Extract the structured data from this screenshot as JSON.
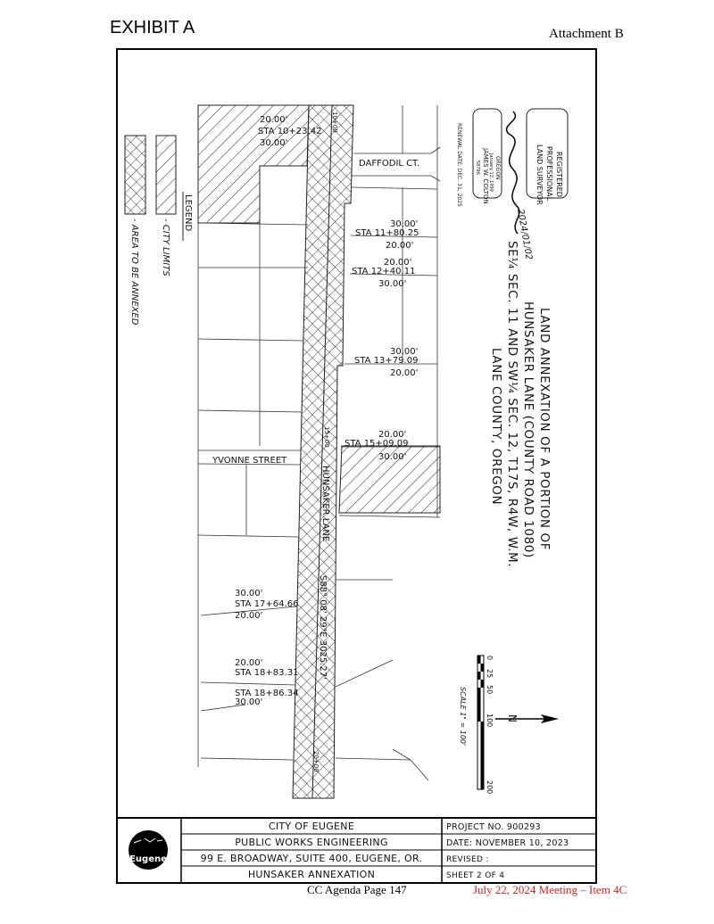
{
  "header": {
    "exhibit": "EXHIBIT A",
    "attachment": "Attachment B"
  },
  "legend": {
    "title": "LEGEND",
    "city_limits": "- CITY LIMITS",
    "annex_area": "- AREA TO BE ANNEXED"
  },
  "stamp": {
    "line1": "REGISTERED",
    "line2": "PROFESSIONAL",
    "line3": "LAND SURVEYOR",
    "state": "OREGON",
    "date": "January 12, 1999",
    "name": "JAMES W. COLTON",
    "number": "58796",
    "renewal": "RENEWAL DATE: DEC. 31, 2025",
    "signed_date": "2024/01/02"
  },
  "title": {
    "line1": "LAND ANNEXATION OF A PORTION OF",
    "line2": "HUNSAKER LANE (COUNTY ROAD 1080)",
    "line3": "SE¼ SEC. 11 AND SW¼ SEC. 12, T17S, R4W, W.M.",
    "line4": "LANE COUNTY, OREGON"
  },
  "map": {
    "streets": {
      "daffodil": "DAFFODIL CT.",
      "yvonne": "YVONNE STREET",
      "hunsaker": "HUNSAKER LANE",
      "bearing": "S88° 08' 29\"E  3025.27'"
    },
    "road_stations": [
      "10+00",
      "15+00",
      "20+00"
    ],
    "stations": [
      {
        "top": "20.00'",
        "sta": "STA 10+23.42",
        "bottom": "30.00'"
      },
      {
        "top": "30.00'",
        "sta": "STA 11+80.25",
        "bottom": "20.00'"
      },
      {
        "top": "20.00'",
        "sta": "STA 12+40.11",
        "bottom": "30.00'"
      },
      {
        "top": "30.00'",
        "sta": "STA 13+79.09",
        "bottom": "20.00'"
      },
      {
        "top": "20.00'",
        "sta": "STA 15+09.09",
        "bottom": "30.00'"
      },
      {
        "top": "30.00'",
        "sta": "STA 17+64.66",
        "bottom": "20.00'"
      },
      {
        "top": "20.00'",
        "sta": "STA 18+83.31"
      },
      {
        "sta": "STA 18+86.34",
        "bottom": "30.00'"
      }
    ],
    "scale": {
      "ticks": [
        "0",
        "25",
        "50",
        "100",
        "200"
      ],
      "label": "SCALE 1\" = 100'",
      "north": "N"
    }
  },
  "title_block": {
    "org": "CITY OF EUGENE",
    "dept": "PUBLIC WORKS ENGINEERING",
    "address": "99 E. BROADWAY, SUITE 400, EUGENE, OR.",
    "project_name": "HUNSAKER ANNEXATION",
    "project_no": "PROJECT NO.  900293",
    "date": "DATE: NOVEMBER 10, 2023",
    "revised": "REVISED :",
    "sheet": "SHEET 2 OF 4",
    "logo_text": "Eugene"
  },
  "footer": {
    "page": "CC Agenda Page 147",
    "meeting": "July 22, 2024 Meeting – Item 4C"
  }
}
